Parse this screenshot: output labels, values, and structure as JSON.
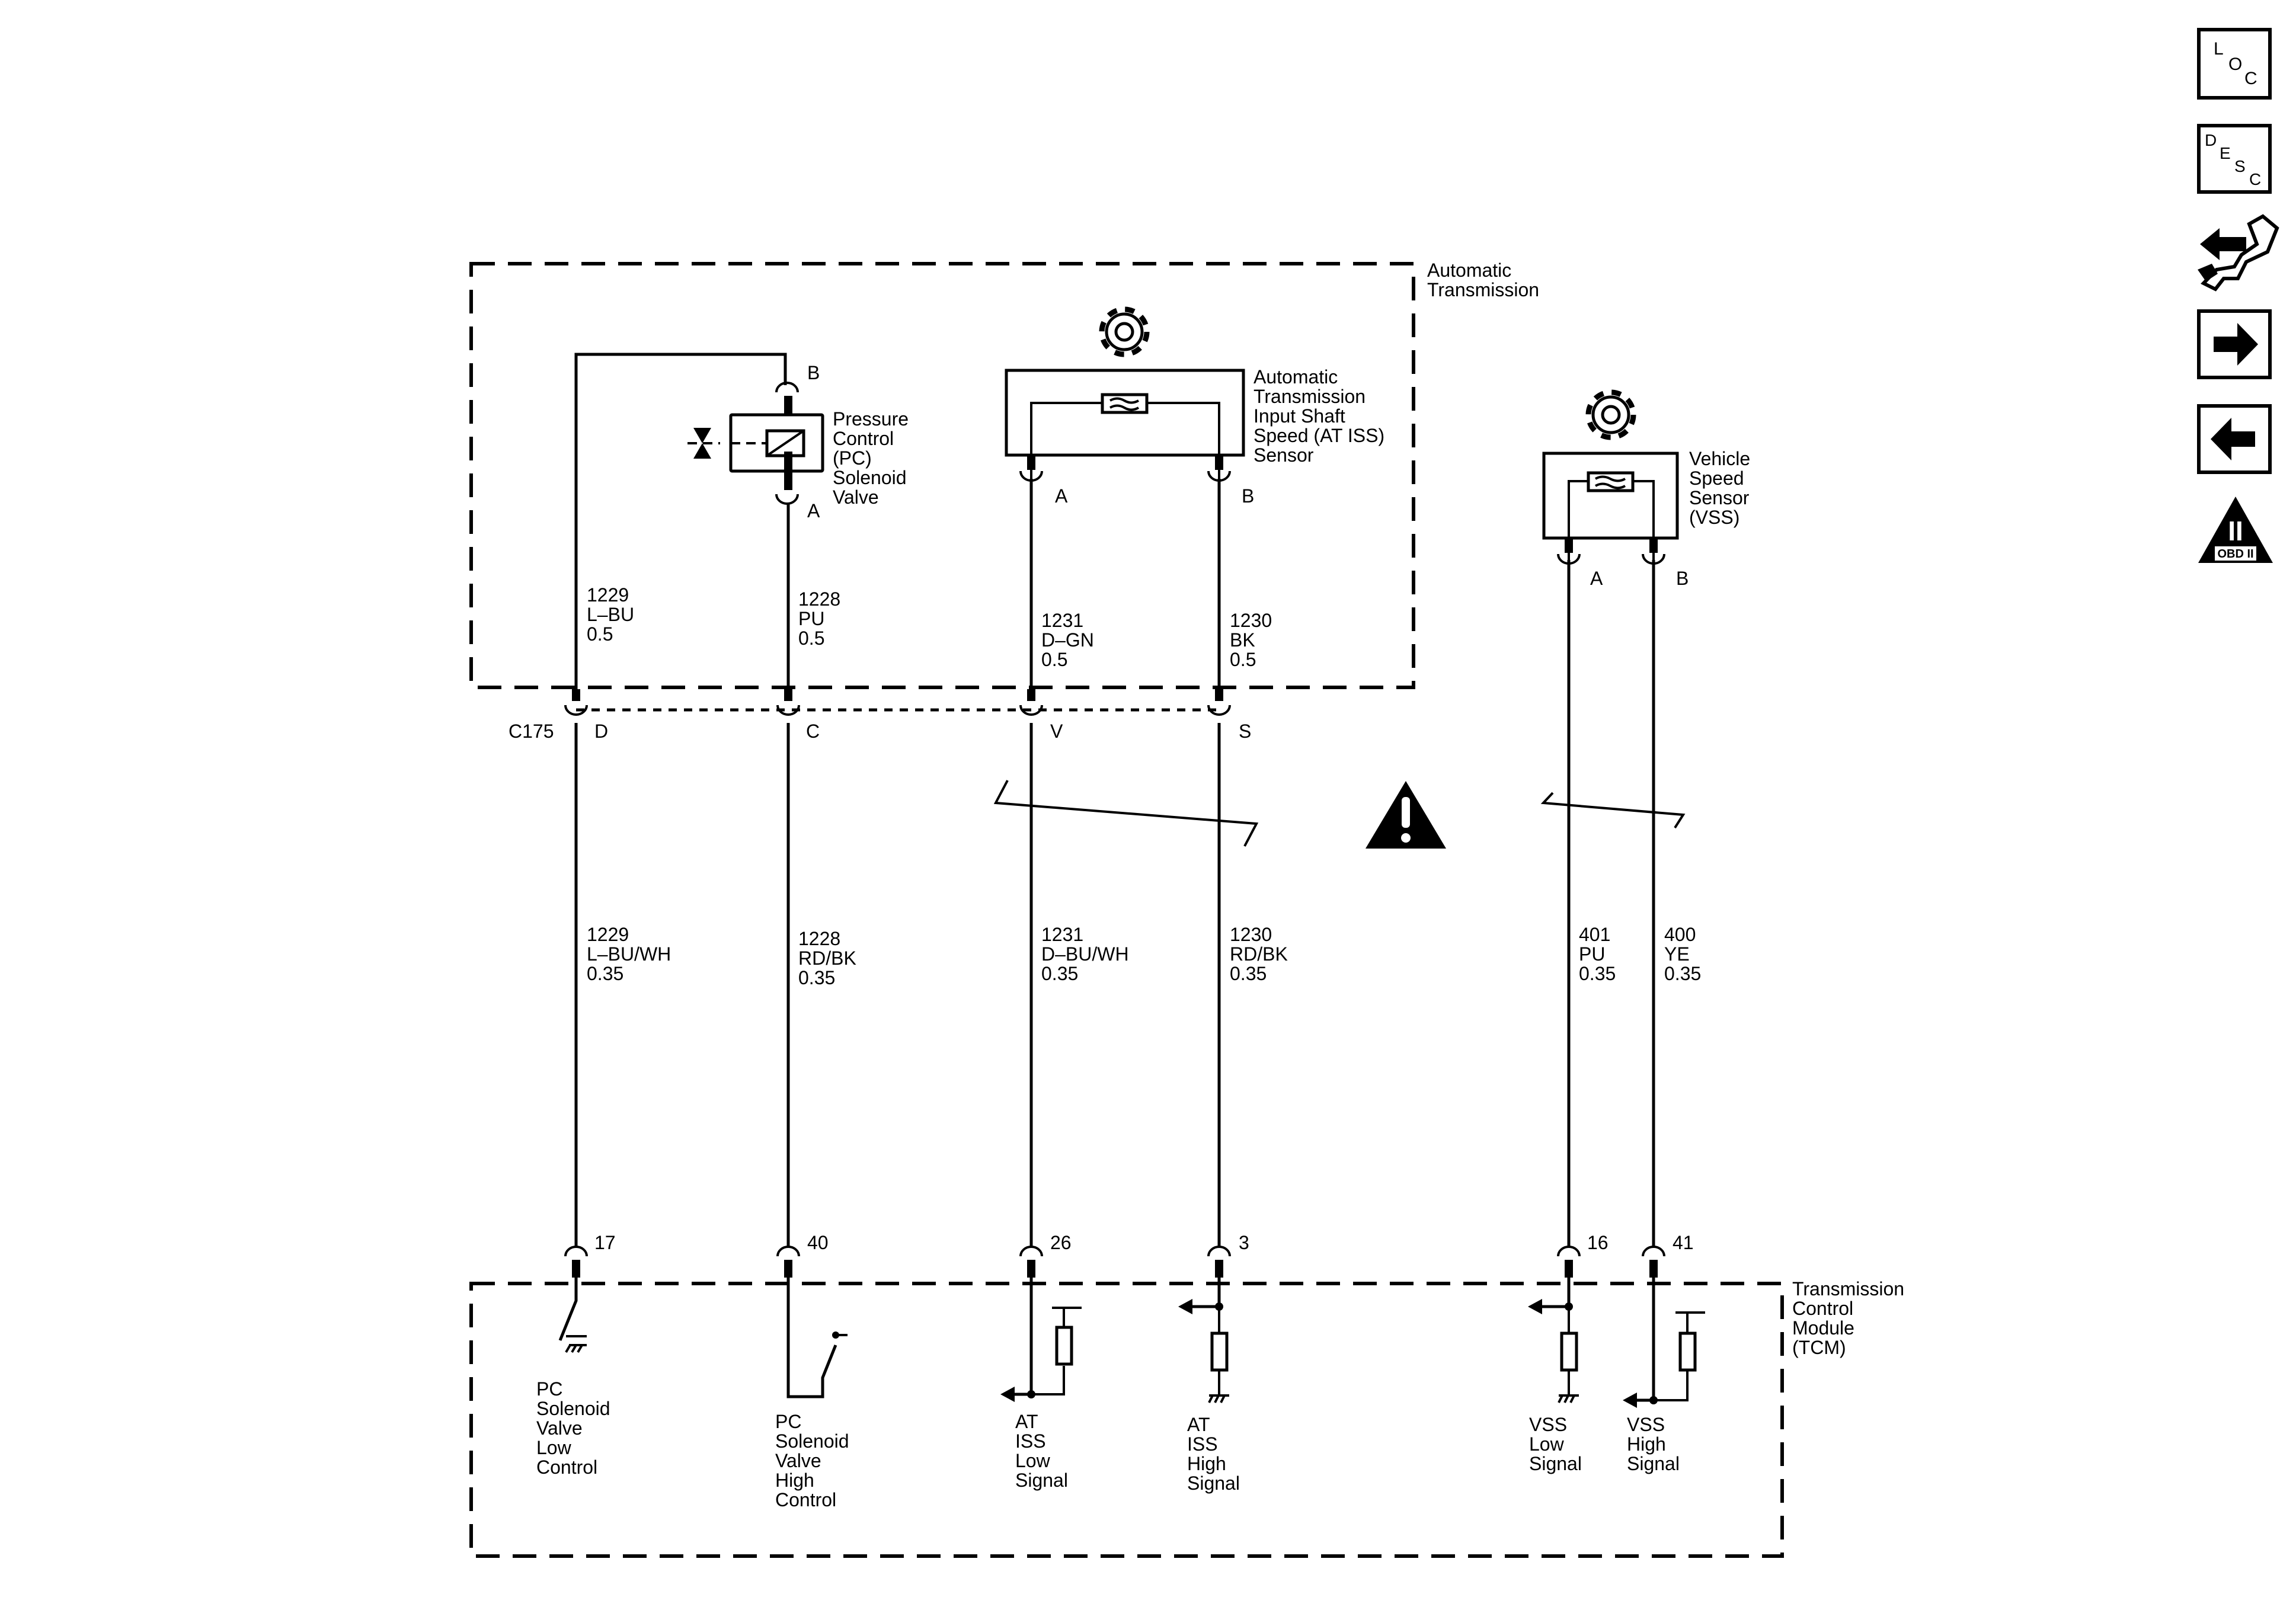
{
  "zones": {
    "automatic_transmission": [
      "Automatic",
      "Transmission"
    ],
    "tcm": [
      "Transmission",
      "Control",
      "Module",
      "(TCM)"
    ]
  },
  "components": {
    "pc_valve": {
      "label": [
        "Pressure",
        "Control",
        "(PC)",
        "Solenoid",
        "Valve"
      ],
      "pin_top": "B",
      "pin_bottom": "A"
    },
    "at_iss": {
      "label": [
        "Automatic",
        "Transmission",
        "Input Shaft",
        "Speed (AT ISS)",
        "Sensor"
      ],
      "pin_a": "A",
      "pin_b": "B"
    },
    "vss": {
      "label": [
        "Vehicle",
        "Speed",
        "Sensor",
        "(VSS)"
      ],
      "pin_a": "A",
      "pin_b": "B"
    }
  },
  "connector": {
    "name": "C175",
    "pins": [
      "D",
      "C",
      "V",
      "S"
    ]
  },
  "upper_wires": [
    {
      "circuit": "1229",
      "color": "L–BU",
      "gauge": "0.5"
    },
    {
      "circuit": "1228",
      "color": "PU",
      "gauge": "0.5"
    },
    {
      "circuit": "1231",
      "color": "D–GN",
      "gauge": "0.5"
    },
    {
      "circuit": "1230",
      "color": "BK",
      "gauge": "0.5"
    }
  ],
  "lower_wires": [
    {
      "circuit": "1229",
      "color": "L–BU/WH",
      "gauge": "0.35"
    },
    {
      "circuit": "1228",
      "color": "RD/BK",
      "gauge": "0.35"
    },
    {
      "circuit": "1231",
      "color": "D–BU/WH",
      "gauge": "0.35"
    },
    {
      "circuit": "1230",
      "color": "RD/BK",
      "gauge": "0.35"
    },
    {
      "circuit": "401",
      "color": "PU",
      "gauge": "0.35"
    },
    {
      "circuit": "400",
      "color": "YE",
      "gauge": "0.35"
    }
  ],
  "tcm_pins": [
    "17",
    "40",
    "26",
    "3",
    "16",
    "41"
  ],
  "tcm_signals": [
    [
      "PC",
      "Solenoid",
      "Valve",
      "Low",
      "Control"
    ],
    [
      "PC",
      "Solenoid",
      "Valve",
      "High",
      "Control"
    ],
    [
      "AT",
      "ISS",
      "Low",
      "Signal"
    ],
    [
      "AT",
      "ISS",
      "High",
      "Signal"
    ],
    [
      "VSS",
      "Low",
      "Signal"
    ],
    [
      "VSS",
      "High",
      "Signal"
    ]
  ],
  "toolbar": {
    "loc": [
      "L",
      "O",
      "C"
    ],
    "desc": [
      "D",
      "E",
      "S",
      "C"
    ],
    "obd": "OBD II",
    "obd_numeral": "II",
    "icons": [
      "loc-icon",
      "desc-icon",
      "connector-repair-icon",
      "next-arrow-icon",
      "previous-arrow-icon",
      "obd-ii-icon"
    ]
  }
}
